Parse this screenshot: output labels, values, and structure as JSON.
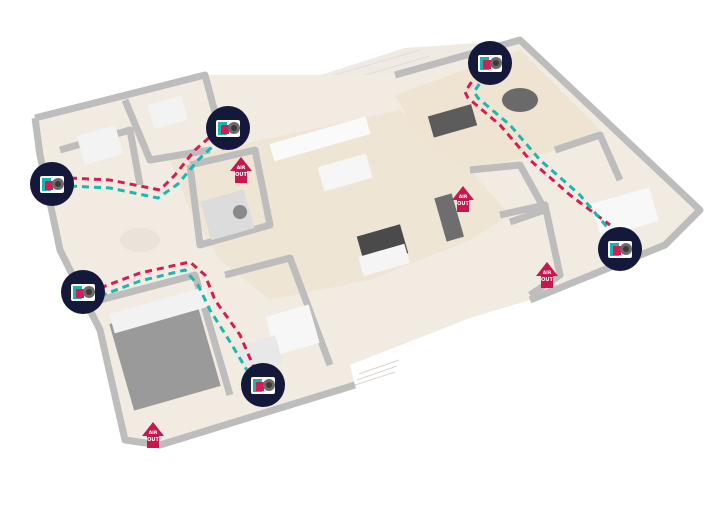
{
  "colors": {
    "background": "#ffffff",
    "wall": "#b9b9b9",
    "wall_top": "#d9d9d9",
    "floor_wood": "#efe6d8",
    "floor_tile": "#e6e6e6",
    "furniture": "#f7f7f7",
    "furniture_dark": "#8a8a8a",
    "supply_line": "#d81b55",
    "extract_line": "#1bb7b3",
    "unit_circle": "#14183a",
    "air_out_arrow": "#c8174f"
  },
  "air_out_label_top": "AIR",
  "air_out_label_bottom": "OUT",
  "units": [
    {
      "name": "unit-top-right"
    },
    {
      "name": "unit-upper-middle"
    },
    {
      "name": "unit-left-upper"
    },
    {
      "name": "unit-left-middle"
    },
    {
      "name": "unit-bottom-middle"
    },
    {
      "name": "unit-right"
    }
  ]
}
